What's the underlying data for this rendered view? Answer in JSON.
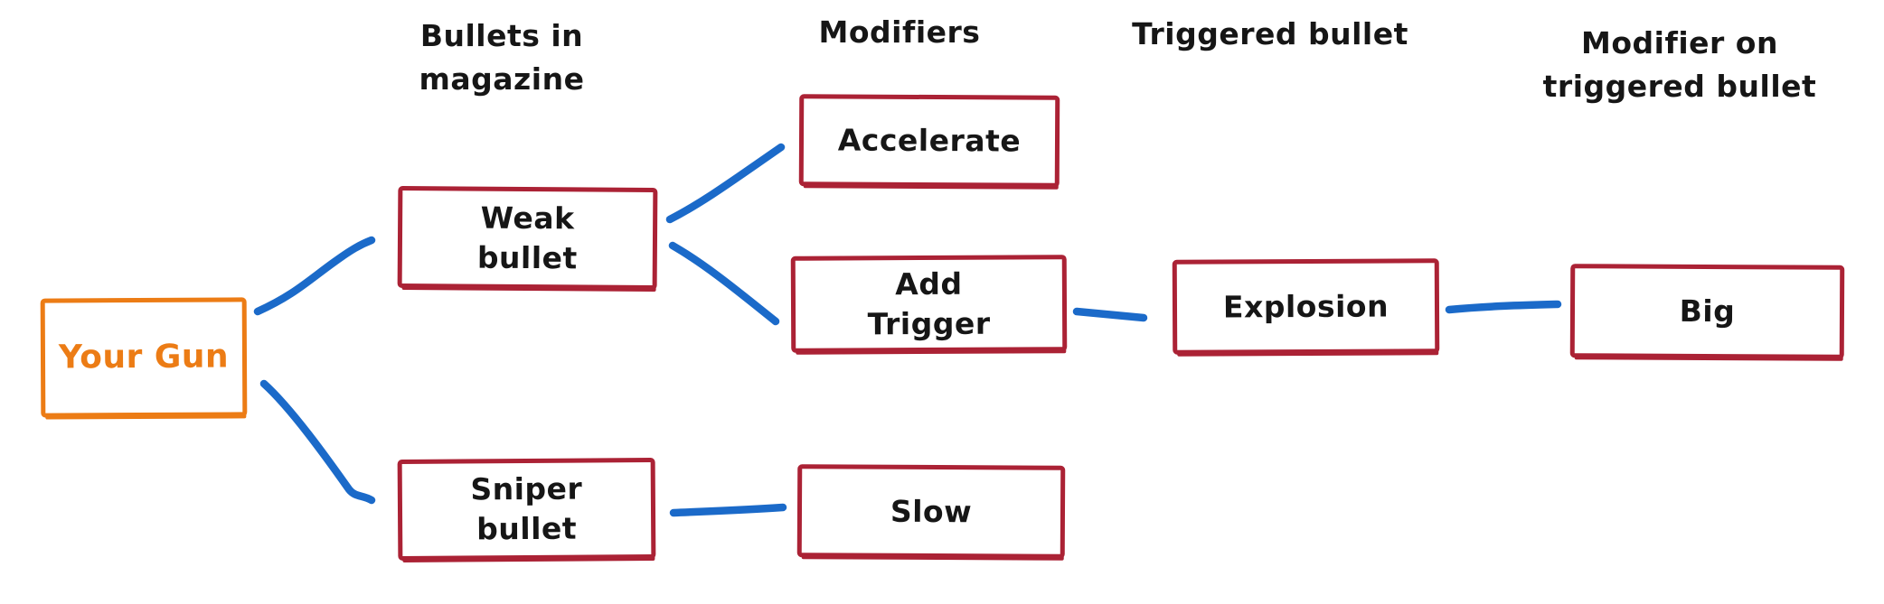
{
  "canvas": {
    "background": "#ffffff",
    "text_black": "#161616",
    "accent_orange": "#ec7c15",
    "accent_red": "#ab2235",
    "connector_blue": "#1b6ac9"
  },
  "headers": {
    "bullets_in_magazine": {
      "line1": "Bullets in",
      "line2": "magazine"
    },
    "modifiers": {
      "line1": "Modifiers"
    },
    "triggered_bullet": {
      "line1": "Triggered",
      "line2": "bullet"
    },
    "modifier_on_triggered": {
      "line1": "Modifier on",
      "line2": "triggered",
      "line3": "bullet"
    }
  },
  "nodes": {
    "your_gun": {
      "label": "Your Gun"
    },
    "weak_bullet": {
      "line1": "Weak",
      "line2": "bullet"
    },
    "sniper_bullet": {
      "line1": "Sniper",
      "line2": "bullet"
    },
    "accelerate": {
      "label": "Accelerate"
    },
    "add_trigger": {
      "line1": "Add",
      "line2": "Trigger"
    },
    "slow": {
      "label": "Slow"
    },
    "explosion": {
      "label": "Explosion"
    },
    "big": {
      "label": "Big"
    }
  },
  "edges": [
    {
      "from": "Your Gun",
      "to": "Weak bullet"
    },
    {
      "from": "Your Gun",
      "to": "Sniper bullet"
    },
    {
      "from": "Weak bullet",
      "to": "Accelerate"
    },
    {
      "from": "Weak bullet",
      "to": "Add Trigger"
    },
    {
      "from": "Add Trigger",
      "to": "Explosion"
    },
    {
      "from": "Explosion",
      "to": "Big"
    },
    {
      "from": "Sniper bullet",
      "to": "Slow"
    }
  ]
}
